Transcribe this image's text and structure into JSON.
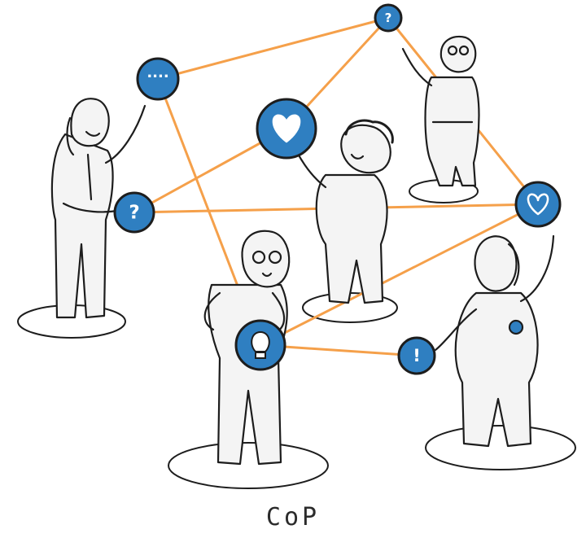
{
  "caption": "CoP",
  "colors": {
    "node_fill": "#2f7fc1",
    "node_stroke": "#1d1d1d",
    "link": "#f5a04a",
    "ink": "#1d1d1d",
    "body": "#f4f4f4",
    "shadow": "#cfcfcf"
  },
  "nodes": [
    {
      "id": "dots",
      "glyph": "....",
      "icon": "dots-icon"
    },
    {
      "id": "question-top",
      "glyph": "?",
      "icon": "question-icon"
    },
    {
      "id": "heart-big",
      "glyph": "",
      "icon": "heart-icon"
    },
    {
      "id": "question-left",
      "glyph": "?",
      "icon": "question-icon"
    },
    {
      "id": "heart-right",
      "glyph": "",
      "icon": "heart-icon"
    },
    {
      "id": "lightbulb",
      "glyph": "",
      "icon": "lightbulb-icon"
    },
    {
      "id": "exclamation",
      "glyph": "!",
      "icon": "exclamation-icon"
    }
  ],
  "links": [
    [
      "dots",
      "question-top"
    ],
    [
      "dots",
      "lightbulb"
    ],
    [
      "question-top",
      "heart-big"
    ],
    [
      "question-top",
      "heart-right"
    ],
    [
      "heart-big",
      "question-left"
    ],
    [
      "question-left",
      "heart-right"
    ],
    [
      "heart-right",
      "lightbulb"
    ],
    [
      "lightbulb",
      "exclamation"
    ]
  ],
  "people": [
    "person-left",
    "person-center",
    "person-top-right",
    "person-glasses",
    "person-right"
  ]
}
